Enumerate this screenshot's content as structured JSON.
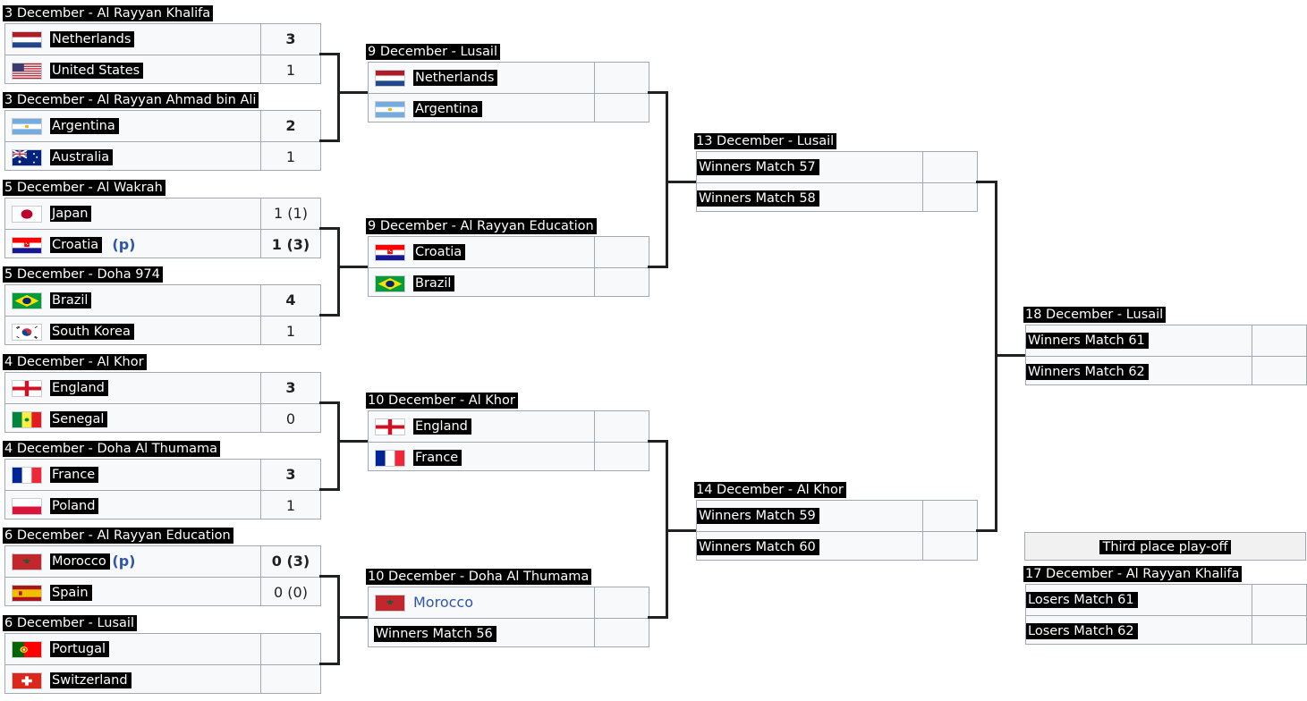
{
  "r16": [
    {
      "header": "3 December - Al Rayyan Khalifa",
      "teams": [
        {
          "name": "Netherlands",
          "flag": "netherlands-flag",
          "score": "3",
          "winner": true
        },
        {
          "name": "United States",
          "flag": "usa-flag",
          "score": "1",
          "winner": false
        }
      ]
    },
    {
      "header": "3 December - Al Rayyan Ahmad bin Ali",
      "teams": [
        {
          "name": "Argentina",
          "flag": "argentina-flag",
          "score": "2",
          "winner": true
        },
        {
          "name": "Australia",
          "flag": "australia-flag",
          "score": "1",
          "winner": false
        }
      ]
    },
    {
      "header": "5 December - Al Wakrah",
      "teams": [
        {
          "name": "Japan",
          "flag": "japan-flag",
          "score": "1 (1)",
          "winner": false
        },
        {
          "name": "Croatia",
          "suffix": "(p)",
          "flag": "croatia-flag",
          "score": "1 (3)",
          "winner": true
        }
      ]
    },
    {
      "header": "5 December - Doha 974",
      "teams": [
        {
          "name": "Brazil",
          "flag": "brazil-flag",
          "score": "4",
          "winner": true
        },
        {
          "name": "South Korea",
          "flag": "south-korea-flag",
          "score": "1",
          "winner": false
        }
      ]
    },
    {
      "header": "4 December - Al Khor",
      "teams": [
        {
          "name": "England",
          "flag": "england-flag",
          "score": "3",
          "winner": true
        },
        {
          "name": "Senegal",
          "flag": "senegal-flag",
          "score": "0",
          "winner": false
        }
      ]
    },
    {
      "header": "4 December - Doha Al Thumama",
      "teams": [
        {
          "name": "France",
          "flag": "france-flag",
          "score": "3",
          "winner": true
        },
        {
          "name": "Poland",
          "flag": "poland-flag",
          "score": "1",
          "winner": false
        }
      ]
    },
    {
      "header": "6 December - Al Rayyan Education",
      "teams": [
        {
          "name": "Morocco",
          "suffix": "(p)",
          "flag": "morocco-flag",
          "score": "0 (3)",
          "winner": true
        },
        {
          "name": "Spain",
          "flag": "spain-flag",
          "score": "0 (0)",
          "winner": false
        }
      ]
    },
    {
      "header": "6 December - Lusail",
      "teams": [
        {
          "name": "Portugal",
          "flag": "portugal-flag",
          "score": "",
          "winner": false
        },
        {
          "name": "Switzerland",
          "flag": "switzerland-flag",
          "score": "",
          "winner": false
        }
      ]
    }
  ],
  "qf": [
    {
      "header": "9 December - Lusail",
      "teams": [
        {
          "name": "Netherlands",
          "flag": "netherlands-flag"
        },
        {
          "name": "Argentina",
          "flag": "argentina-flag"
        }
      ]
    },
    {
      "header": "9 December - Al Rayyan Education",
      "teams": [
        {
          "name": "Croatia",
          "flag": "croatia-flag"
        },
        {
          "name": "Brazil",
          "flag": "brazil-flag"
        }
      ]
    },
    {
      "header": "10 December - Al Khor",
      "teams": [
        {
          "name": "England",
          "flag": "england-flag"
        },
        {
          "name": "France",
          "flag": "france-flag"
        }
      ]
    },
    {
      "header": "10 December - Doha Al Thumama",
      "teams": [
        {
          "name": "Morocco",
          "flag": "morocco-flag",
          "masked": false
        },
        {
          "name": "Winners Match 56",
          "flag": ""
        }
      ]
    }
  ],
  "sf": [
    {
      "header": "13 December - Lusail",
      "teams": [
        {
          "name": "Winners Match 57"
        },
        {
          "name": "Winners Match 58"
        }
      ]
    },
    {
      "header": "14 December - Al Khor",
      "teams": [
        {
          "name": "Winners Match 59"
        },
        {
          "name": "Winners Match 60"
        }
      ]
    }
  ],
  "final": {
    "header": "18 December - Lusail",
    "teams": [
      {
        "name": "Winners Match 61"
      },
      {
        "name": "Winners Match 62"
      }
    ]
  },
  "third_place": {
    "label": "Third place play-off",
    "header": "17 December - Al Rayyan Khalifa",
    "teams": [
      {
        "name": "Losers Match 61"
      },
      {
        "name": "Losers Match 62"
      }
    ]
  }
}
